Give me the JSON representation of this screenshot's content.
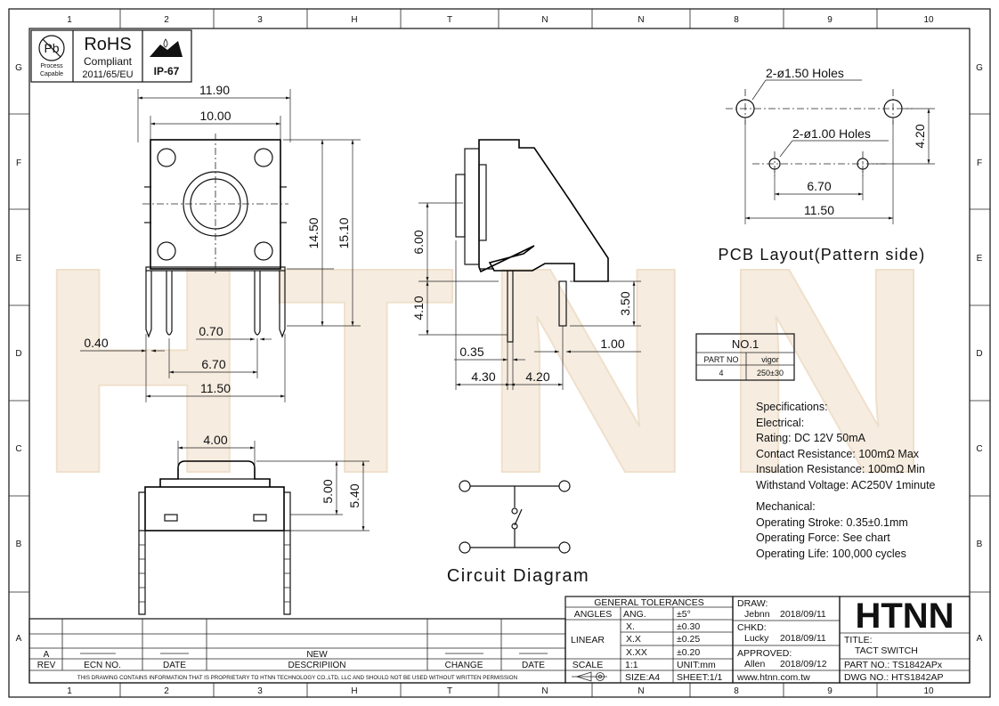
{
  "border": {
    "columns": [
      "1",
      "2",
      "3",
      "H",
      "T",
      "N",
      "N",
      "8",
      "9",
      "10"
    ],
    "rows": [
      "G",
      "F",
      "E",
      "D",
      "C",
      "B",
      "A"
    ]
  },
  "badges": {
    "pb_label": "Pb",
    "process": "Process",
    "capable": "Capable",
    "rohs": "RoHS",
    "compliant": "Compliant",
    "directive": "2011/65/EU",
    "ip": "IP-67"
  },
  "watermark": "HTNN",
  "top_view": {
    "d_11_90": "11.90",
    "d_10_00": "10.00",
    "d_14_50": "14.50",
    "d_15_10": "15.10",
    "d_0_40": "0.40",
    "d_0_70": "0.70",
    "d_6_70": "6.70",
    "d_11_50": "11.50"
  },
  "side_view": {
    "d_6_00": "6.00",
    "d_4_10": "4.10",
    "d_3_50": "3.50",
    "d_0_35": "0.35",
    "d_1_00": "1.00",
    "d_4_30": "4.30",
    "d_4_20": "4.20"
  },
  "front_view": {
    "d_4_00": "4.00",
    "d_5_00": "5.00",
    "d_5_40": "5.40"
  },
  "pcb": {
    "holes_150": "2-ø1.50 Holes",
    "holes_100": "2-ø1.00 Holes",
    "d_4_20": "4.20",
    "d_6_70": "6.70",
    "d_11_50": "11.50",
    "title": "PCB Layout(Pattern side)"
  },
  "no_table": {
    "title": "NO.1",
    "headers": [
      "PART NO",
      "vigor"
    ],
    "row": [
      "4",
      "250±30"
    ]
  },
  "specs": [
    "Specifications:",
    "Electrical:",
    "Rating: DC 12V 50mA",
    "Contact Resistance:  100mΩ Max",
    "Insulation Resistance:  100mΩ Min",
    "Withstand Voltage: AC250V 1minute",
    "Mechanical:",
    "Operating Stroke: 0.35±0.1mm",
    "Operating Force: See chart",
    "Operating Life: 100,000 cycles"
  ],
  "circuit_title": "Circuit Diagram",
  "revision": {
    "rev_value": "A",
    "new_label": "NEW",
    "headers": [
      "REV",
      "ECN NO.",
      "DATE",
      "DESCRIPIION",
      "CHANGE",
      "DATE"
    ],
    "disclaimer": "THIS DRAWING CONTAINS INFORMATION THAT IS PROPRIETARY TO HTNN TECHNOLOGY CO.,LTD, LLC AND SHOULD  NOT BE USED WITHOUT WRITTEN PERMISSION"
  },
  "tolerances": {
    "title": "GENERAL TOLERANCES",
    "angles": "ANGLES",
    "ang": "ANG.",
    "ang_val": "±5°",
    "linear": "LINEAR",
    "x1": "X.",
    "x1_val": "±0.30",
    "x2": "X.X",
    "x2_val": "±0.25",
    "x3": "X.XX",
    "x3_val": "±0.20",
    "scale": "SCALE",
    "scale_val": "1:1",
    "unit": "UNIT:mm",
    "size": "SIZE:A4",
    "sheet": "SHEET:1/1"
  },
  "approvals": {
    "draw": "DRAW:",
    "draw_name": "Jebnn",
    "draw_date": "2018/09/11",
    "chkd": "CHKD:",
    "chkd_name": "Lucky",
    "chkd_date": "2018/09/11",
    "approved": "APPROVED:",
    "approved_name": "Allen",
    "approved_date": "2018/09/12",
    "website": "www.htnn.com.tw"
  },
  "title_block": {
    "logo": "HTNN",
    "title_label": "TITLE:",
    "title": "TACT SWITCH",
    "part_no": "PART NO.: TS1842APx",
    "dwg_no": "DWG  NO.: HTS1842AP"
  }
}
